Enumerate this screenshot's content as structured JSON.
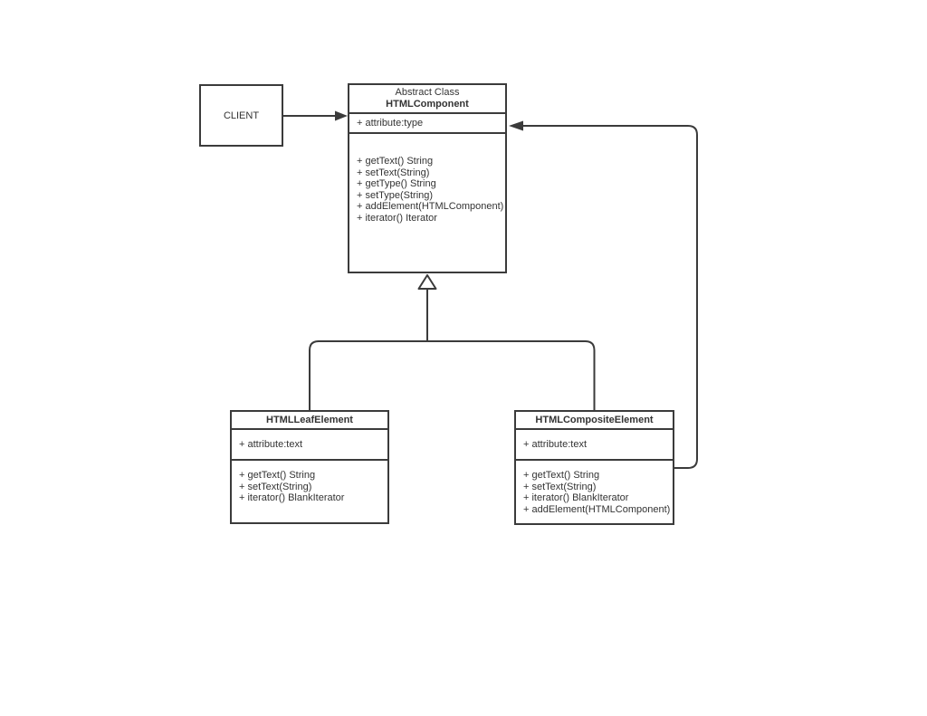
{
  "client": {
    "label": "CLIENT"
  },
  "component": {
    "stereotype": "Abstract Class",
    "name": "HTMLComponent",
    "attributes": [
      "+ attribute:type"
    ],
    "methods": [
      "+ getText() String",
      "+ setText(String)",
      "+ getType() String",
      "+ setType(String)",
      "+ addElement(HTMLComponent)",
      "+ iterator() Iterator"
    ]
  },
  "leaf": {
    "name": "HTMLLeafElement",
    "attributes": [
      "+ attribute:text"
    ],
    "methods": [
      "+ getText() String",
      "+ setText(String)",
      "+ iterator() BlankIterator"
    ]
  },
  "composite": {
    "name": "HTMLCompositeElement",
    "attributes": [
      "+ attribute:text"
    ],
    "methods": [
      "+ getText() String",
      "+ setText(String)",
      "+ iterator() BlankIterator",
      "+ addElement(HTMLComponent)"
    ]
  },
  "edges": [
    {
      "type": "directed-association",
      "from": "CLIENT",
      "to": "HTMLComponent"
    },
    {
      "type": "generalization",
      "from": "HTMLLeafElement",
      "to": "HTMLComponent"
    },
    {
      "type": "generalization",
      "from": "HTMLCompositeElement",
      "to": "HTMLComponent"
    },
    {
      "type": "directed-association",
      "from": "HTMLCompositeElement",
      "to": "HTMLComponent"
    }
  ],
  "colors": {
    "line": "#3b3b3b",
    "text": "#333333",
    "box_fill": "#ffffff",
    "background": "#ffffff"
  }
}
